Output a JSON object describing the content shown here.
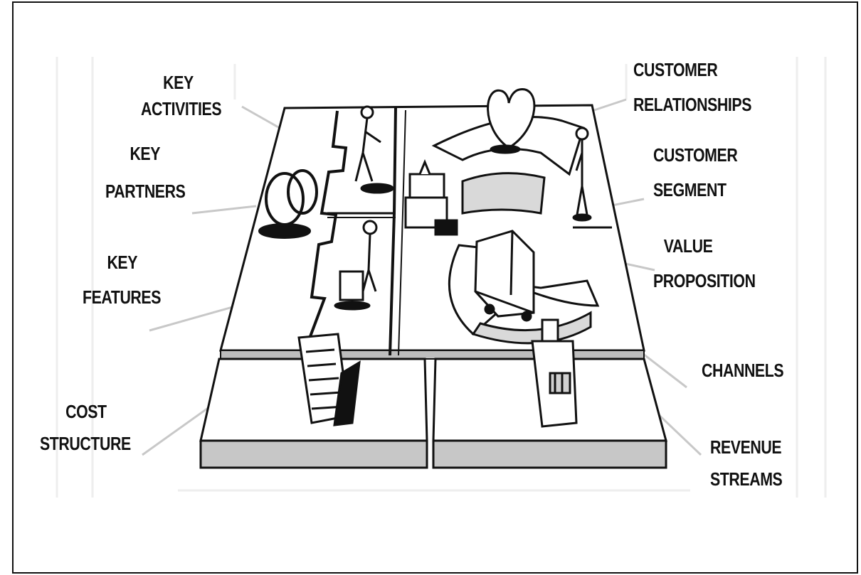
{
  "labels": {
    "key_activities": [
      "KEY",
      "ACTIVITIES"
    ],
    "key_partners": [
      "KEY",
      "PARTNERS"
    ],
    "key_features": [
      "KEY",
      "FEATURES"
    ],
    "cost_structure": [
      "COST",
      "STRUCTURE"
    ],
    "customer_relationships": [
      "CUSTOMER",
      "RELATIONSHIPS"
    ],
    "customer_segment": [
      "CUSTOMER",
      "SEGMENT"
    ],
    "value_proposition": [
      "VALUE",
      "PROPOSITION"
    ],
    "channels": [
      "CHANNELS"
    ],
    "revenue_streams": [
      "REVENUE",
      "STREAMS"
    ]
  },
  "colors": {
    "ink": "#111111",
    "board_shadow": "#bdbdbd",
    "leader_line": "#c8c8c8"
  },
  "icons": [
    "handshake-rings-icon",
    "worker-at-desk-icon",
    "worker-with-machine-icon",
    "heart-icon",
    "person-icon",
    "delivery-cart-icon",
    "delivery-truck-icon",
    "cash-register-icon",
    "cost-paper-icon"
  ]
}
